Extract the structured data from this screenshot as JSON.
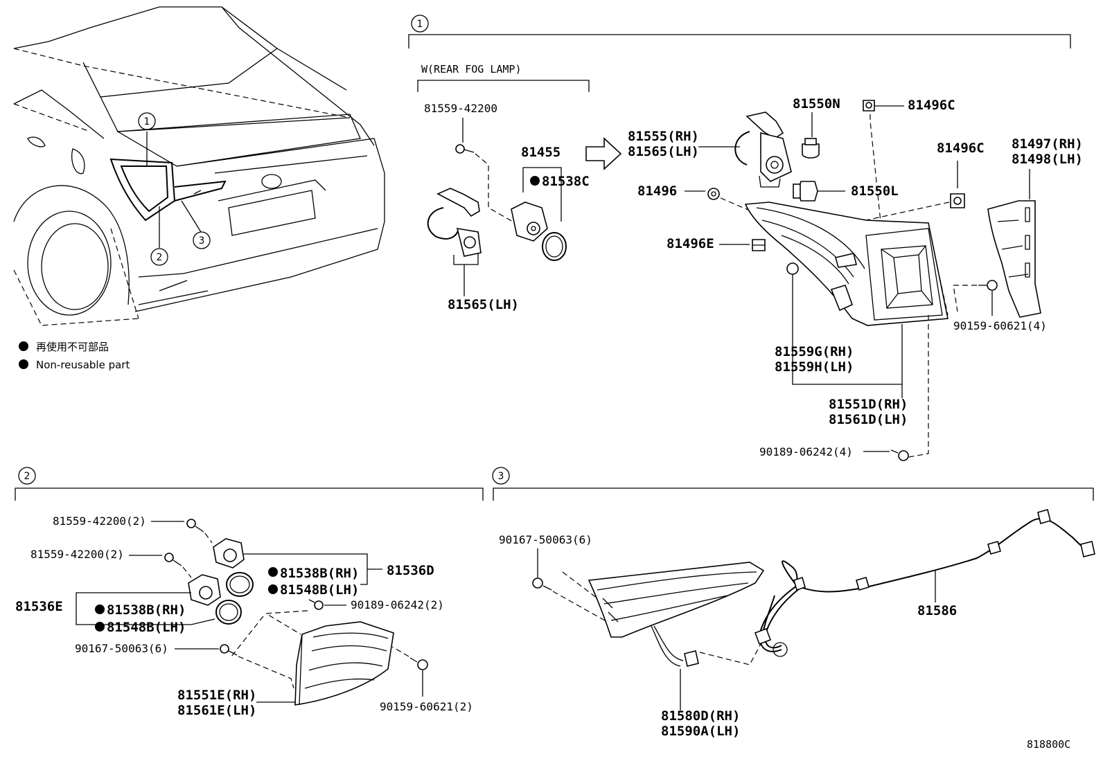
{
  "figure_code": "818800C",
  "legend": {
    "jp": "再使用不可部品",
    "en": "Non-reusable part"
  },
  "overview": {
    "callouts": [
      "1",
      "2",
      "3"
    ]
  },
  "section1": {
    "number": "1",
    "fog_header": "W(REAR FOG LAMP)",
    "labels": {
      "p81559_42200": "81559-42200",
      "p81455": "81455",
      "p81538c": "81538C",
      "p81565lh_fog": "81565(LH)",
      "p81555rh": "81555(RH)",
      "p81565lh": "81565(LH)",
      "p81550n": "81550N",
      "p81550l": "81550L",
      "p81496c_top": "81496C",
      "p81496c_mid": "81496C",
      "p81496": "81496",
      "p81496e": "81496E",
      "p81497rh": "81497(RH)",
      "p81498lh": "81498(LH)",
      "p90159_60621_4": "90159-60621(4)",
      "p81559grh": "81559G(RH)",
      "p81559hlh": "81559H(LH)",
      "p81551drh": "81551D(RH)",
      "p81561dlh": "81561D(LH)",
      "p90189_06242_4": "90189-06242(4)"
    }
  },
  "section2": {
    "number": "2",
    "labels": {
      "p81559_42200_2a": "81559-42200(2)",
      "p81559_42200_2b": "81559-42200(2)",
      "p81538brh_a": "81538B(RH)",
      "p81548blh_a": "81548B(LH)",
      "p81536d": "81536D",
      "p81536e": "81536E",
      "p81538brh_b": "81538B(RH)",
      "p81548blh_b": "81548B(LH)",
      "p90189_06242_2": "90189-06242(2)",
      "p90167_50063_6": "90167-50063(6)",
      "p81551erh": "81551E(RH)",
      "p81561elh": "81561E(LH)",
      "p90159_60621_2": "90159-60621(2)"
    }
  },
  "section3": {
    "number": "3",
    "labels": {
      "p90167_50063_6": "90167-50063(6)",
      "p81586": "81586",
      "p81580drh": "81580D(RH)",
      "p81590alh": "81590A(LH)"
    }
  }
}
